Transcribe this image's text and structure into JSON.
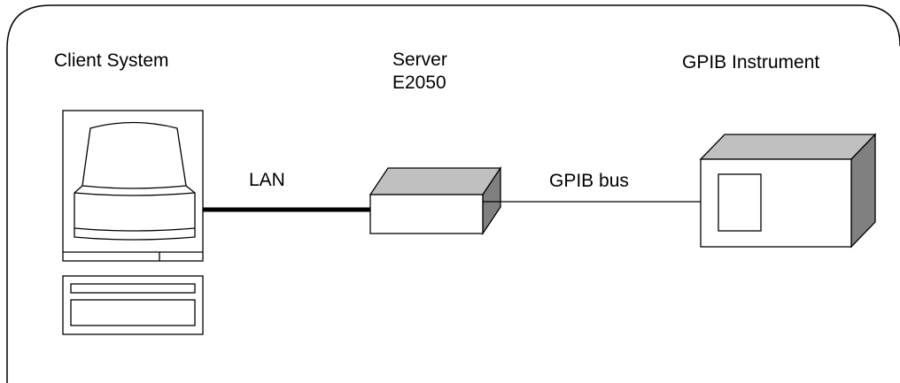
{
  "labels": {
    "client": "Client System",
    "server_line1": "Server",
    "server_line2": "E2050",
    "instrument": "GPIB Instrument",
    "lan": "LAN",
    "gpib_bus": "GPIB bus"
  },
  "colors": {
    "background": "#ffffff",
    "stroke": "#000000",
    "box_top_face": "#c0c0c0",
    "box_side_face": "#808080",
    "box_front_face": "#ffffff"
  },
  "icons": {
    "client": "computer-terminal-icon",
    "server": "server-box-icon",
    "instrument": "instrument-box-icon"
  }
}
